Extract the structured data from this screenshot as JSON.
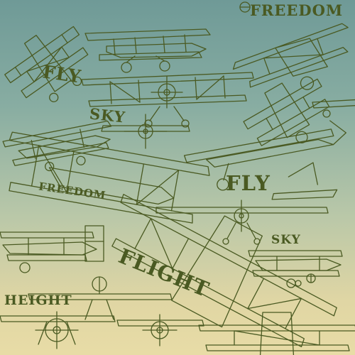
{
  "pattern": {
    "words": {
      "freedom_top": "FREEDOM",
      "fly_left": "FLY",
      "sky_left": "SKY",
      "fly_right": "FLY",
      "freedom_mid": "FREEDOM",
      "sky_right": "SKY",
      "flight": "FLIGHT",
      "height": "HEIGHT"
    },
    "watermark_id": "72830451"
  },
  "colors": {
    "sky_top": "#6f9a97",
    "sky_bottom": "#e8dca6",
    "line_art": "#4a5a22"
  },
  "icons": [
    "biplane-icon",
    "monoplane-icon",
    "propeller-icon",
    "compass-icon"
  ]
}
